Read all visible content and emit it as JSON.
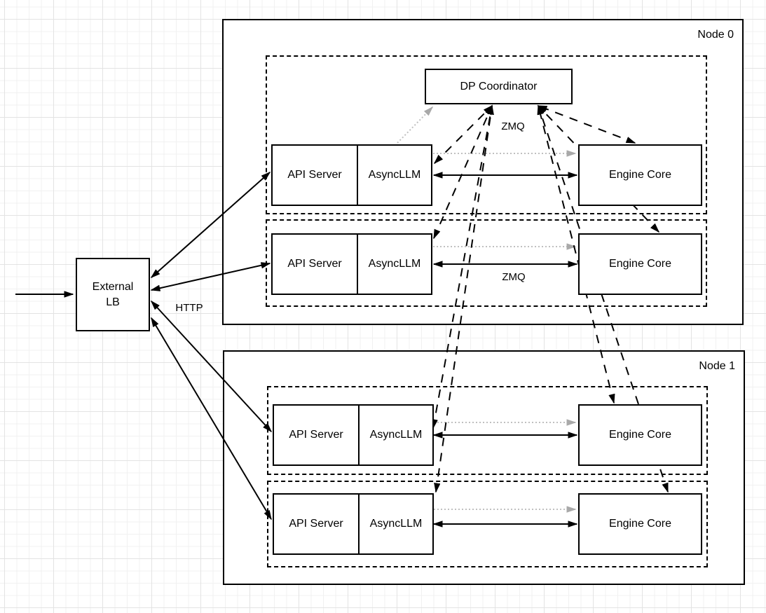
{
  "diagram": {
    "canvas": {
      "background_color": "#ffffff",
      "grid_minor_color": "#f1f1f1",
      "grid_major_color": "#e3e3e3"
    },
    "colors": {
      "stroke": "#000000",
      "box_fill": "#ffffff",
      "gray_connector": "#c0c0c0",
      "gray_arrowhead": "#a9a9a9"
    },
    "external_lb": {
      "line1": "External",
      "line2": "LB"
    },
    "dp_coordinator": {
      "label": "DP Coordinator"
    },
    "labels": {
      "http": "HTTP",
      "zmq_top": "ZMQ",
      "zmq_row2": "ZMQ"
    },
    "nodes": [
      {
        "label": "Node 0",
        "rows": [
          {
            "api_server": "API Server",
            "async_llm": "AsyncLLM",
            "engine_core": "Engine Core"
          },
          {
            "api_server": "API Server",
            "async_llm": "AsyncLLM",
            "engine_core": "Engine Core"
          }
        ]
      },
      {
        "label": "Node 1",
        "rows": [
          {
            "api_server": "API Server",
            "async_llm": "AsyncLLM",
            "engine_core": "Engine Core"
          },
          {
            "api_server": "API Server",
            "async_llm": "AsyncLLM",
            "engine_core": "Engine Core"
          }
        ]
      }
    ],
    "connections": [
      {
        "from": "client",
        "to": "External LB",
        "style": "solid",
        "direction": "one-way"
      },
      {
        "from": "External LB",
        "to": "API Server node0-row0",
        "style": "solid",
        "direction": "two-way",
        "protocol": "HTTP"
      },
      {
        "from": "External LB",
        "to": "API Server node0-row1",
        "style": "solid",
        "direction": "two-way",
        "protocol": "HTTP"
      },
      {
        "from": "External LB",
        "to": "API Server node1-row0",
        "style": "solid",
        "direction": "two-way",
        "protocol": "HTTP"
      },
      {
        "from": "External LB",
        "to": "API Server node1-row1",
        "style": "solid",
        "direction": "two-way",
        "protocol": "HTTP"
      },
      {
        "from": "AsyncLLM node0-row0",
        "to": "Engine Core node0-row0",
        "style": "solid",
        "direction": "two-way",
        "protocol": "ZMQ"
      },
      {
        "from": "AsyncLLM node0-row1",
        "to": "Engine Core node0-row1",
        "style": "solid",
        "direction": "two-way",
        "protocol": "ZMQ"
      },
      {
        "from": "AsyncLLM node1-row0",
        "to": "Engine Core node1-row0",
        "style": "solid",
        "direction": "two-way",
        "protocol": "ZMQ"
      },
      {
        "from": "AsyncLLM node1-row1",
        "to": "Engine Core node1-row1",
        "style": "solid",
        "direction": "two-way",
        "protocol": "ZMQ"
      },
      {
        "from": "AsyncLLM node0-row0",
        "to": "Engine Core node0-row0",
        "style": "dotted-gray",
        "direction": "one-way"
      },
      {
        "from": "AsyncLLM node0-row1",
        "to": "Engine Core node0-row1",
        "style": "dotted-gray",
        "direction": "one-way"
      },
      {
        "from": "AsyncLLM node1-row0",
        "to": "Engine Core node1-row0",
        "style": "dotted-gray",
        "direction": "one-way"
      },
      {
        "from": "AsyncLLM node1-row1",
        "to": "Engine Core node1-row1",
        "style": "dotted-gray",
        "direction": "one-way"
      },
      {
        "from": "AsyncLLM node0-row0",
        "to": "DP Coordinator",
        "style": "dotted-gray",
        "direction": "one-way"
      },
      {
        "from": "AsyncLLM node0-row0",
        "to": "DP Coordinator",
        "style": "dashed",
        "direction": "two-way",
        "protocol": "ZMQ"
      },
      {
        "from": "AsyncLLM node0-row1",
        "to": "DP Coordinator",
        "style": "dashed",
        "direction": "two-way",
        "protocol": "ZMQ"
      },
      {
        "from": "AsyncLLM node1-row0",
        "to": "DP Coordinator",
        "style": "dashed",
        "direction": "two-way",
        "protocol": "ZMQ"
      },
      {
        "from": "AsyncLLM node1-row1",
        "to": "DP Coordinator",
        "style": "dashed",
        "direction": "two-way",
        "protocol": "ZMQ"
      },
      {
        "from": "DP Coordinator",
        "to": "Engine Core node0-row0",
        "style": "dashed",
        "direction": "two-way",
        "protocol": "ZMQ"
      },
      {
        "from": "DP Coordinator",
        "to": "Engine Core node0-row1",
        "style": "dashed",
        "direction": "two-way",
        "protocol": "ZMQ"
      },
      {
        "from": "DP Coordinator",
        "to": "Engine Core node1-row0",
        "style": "dashed",
        "direction": "two-way",
        "protocol": "ZMQ"
      },
      {
        "from": "DP Coordinator",
        "to": "Engine Core node1-row1",
        "style": "dashed",
        "direction": "two-way",
        "protocol": "ZMQ"
      }
    ]
  }
}
